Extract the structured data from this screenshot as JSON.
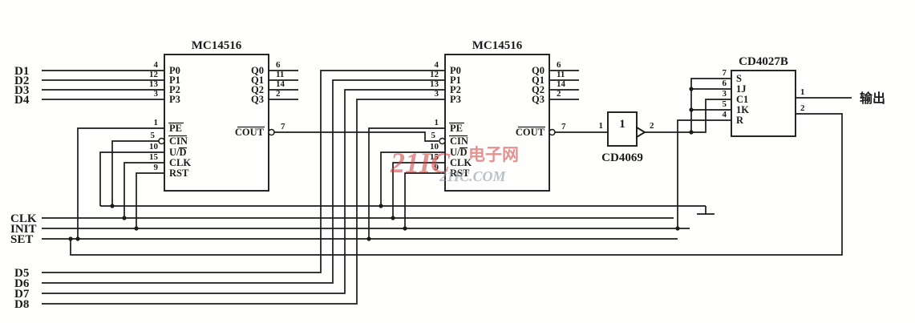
{
  "watermark": {
    "brand": "21IC",
    "brand_cn": "电子网",
    "domain": "21IC.COM"
  },
  "signals": {
    "d1": "D1",
    "d2": "D2",
    "d3": "D3",
    "d4": "D4",
    "clk": "CLK",
    "init": "INIT",
    "set": "SET",
    "d5": "D5",
    "d6": "D6",
    "d7": "D7",
    "d8": "D8",
    "output": "输出"
  },
  "counter_chip": {
    "name": "MC14516",
    "pins": {
      "p0": {
        "num": "4",
        "label": "P0"
      },
      "p1": {
        "num": "12",
        "label": "P1"
      },
      "p2": {
        "num": "13",
        "label": "P2"
      },
      "p3": {
        "num": "3",
        "label": "P3"
      },
      "q0": {
        "num": "6",
        "label": "Q0"
      },
      "q1": {
        "num": "11",
        "label": "Q1"
      },
      "q2": {
        "num": "14",
        "label": "Q2"
      },
      "q3": {
        "num": "2",
        "label": "Q3"
      },
      "pe": {
        "num": "1",
        "label": "PE"
      },
      "cin": {
        "num": "5",
        "label": "CIN"
      },
      "ud": {
        "num": "10",
        "label": "U/D"
      },
      "clk": {
        "num": "15",
        "label": "CLK"
      },
      "rst": {
        "num": "9",
        "label": "RST"
      },
      "cout": {
        "num": "7",
        "label": "COUT"
      }
    }
  },
  "inverter": {
    "name": "CD4069",
    "gate_symbol": "1",
    "in_num": "1",
    "out_num": "2"
  },
  "flipflop": {
    "name": "CD4027B",
    "pins": {
      "s": {
        "num": "7",
        "label": "S"
      },
      "j": {
        "num": "6",
        "label": "1J"
      },
      "c": {
        "num": "3",
        "label": "C1"
      },
      "k": {
        "num": "5",
        "label": "1K"
      },
      "r": {
        "num": "4",
        "label": "R"
      },
      "q": {
        "num": "1"
      },
      "qb": {
        "num": "2"
      }
    }
  }
}
